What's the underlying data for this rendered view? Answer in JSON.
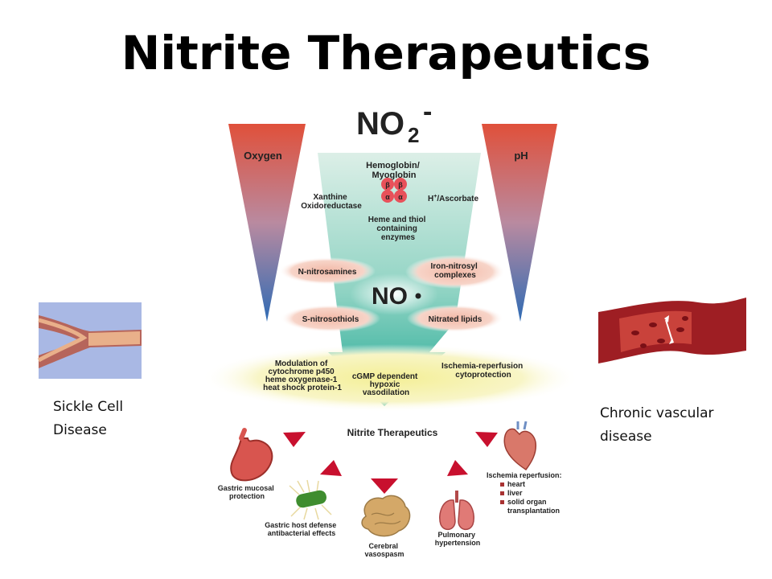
{
  "title": "Nitrite Therapeutics",
  "formulas": {
    "nitrite_main": "NO",
    "nitrite_sub": "2",
    "nitrite_charge": "-",
    "nitric_oxide": "NO"
  },
  "gradients": {
    "left": "Oxygen",
    "right": "pH"
  },
  "funnel_labels": {
    "hemoglobin": [
      "Hemoglobin/",
      "Myoglobin"
    ],
    "xanthine": [
      "Xanthine",
      "Oxidoreductase"
    ],
    "ascorbate_sup": "+",
    "ascorbate_pre": "H",
    "ascorbate_post": "/Ascorbate",
    "heme_thiol": [
      "Heme and thiol",
      "containing",
      "enzymes"
    ],
    "hemoglobin_subunits": [
      "β",
      "β",
      "α",
      "α"
    ]
  },
  "species": {
    "n_nitrosamines": [
      "N-nitrosamines"
    ],
    "iron_nitrosyl": [
      "Iron-nitrosyl",
      "complexes"
    ],
    "s_nitrosothiols": [
      "S-nitrosothiols"
    ],
    "nitrated_lipids": [
      "Nitrated lipids"
    ]
  },
  "effects": {
    "modulation": [
      "Modulation of",
      "cytochrome p450",
      "heme oxygenase-1",
      "heat shock protein-1"
    ],
    "cgmp": [
      "cGMP dependent",
      "hypoxic",
      "vasodilation"
    ],
    "ischemia_cyto": [
      "Ischemia-reperfusion",
      "cytoprotection"
    ]
  },
  "therapeutics": {
    "heading": "Nitrite Therapeutics",
    "gastric_mucosal": [
      "Gastric mucosal",
      "protection"
    ],
    "gastric_host": [
      "Gastric host defense",
      "antibacterial effects"
    ],
    "cerebral": [
      "Cerebral",
      "vasospasm"
    ],
    "pulmonary": [
      "Pulmonary",
      "hypertension"
    ],
    "ischemia_heading": "Ischemia reperfusion:",
    "ischemia_items": [
      "heart",
      "liver",
      "solid organ",
      "transplantation"
    ]
  },
  "captions": {
    "left": [
      "Sickle Cell",
      "Disease"
    ],
    "right": [
      "Chronic vascular",
      "disease"
    ]
  },
  "colors": {
    "funnel_top": "#d3ebe2",
    "funnel_bottom": "#1fa893",
    "gradient_red": "#e0503a",
    "gradient_blue": "#2f6bb4",
    "arrow_red": "#c8102e",
    "halo_yellow": "#f6f2a6",
    "species_pink": "#f2b9a7"
  }
}
